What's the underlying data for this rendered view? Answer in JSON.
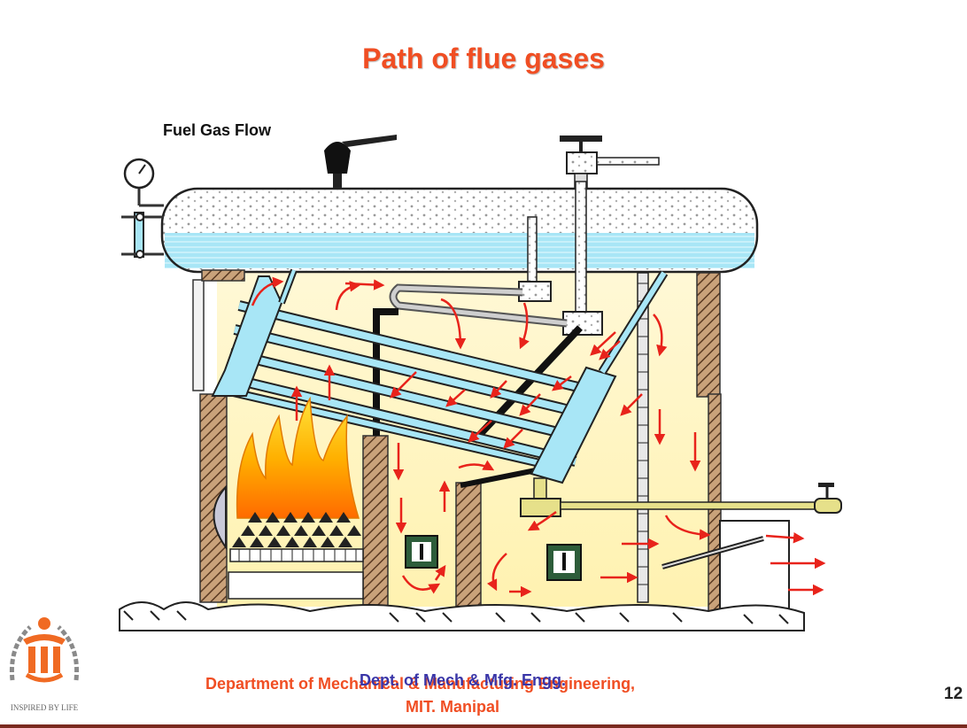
{
  "slide": {
    "title": "Path of flue gases",
    "label_fuel_gas_flow": "Fuel Gas Flow",
    "footer_department": "Department of Mechanical & Manufacturing Engineering,",
    "footer_dept_short": "Dept. of Mech & Mfg. Engg.",
    "footer_institute": "MIT. Manipal",
    "page_number": "12",
    "logo_motto": "INSPIRED BY LIFE"
  },
  "colors": {
    "title": "#f04e23",
    "footer_orange": "#f04e23",
    "footer_blue": "#3a36a8",
    "flow_arrow": "#e8231b",
    "water": "#9fe3f5",
    "hatch": "#7a5a3a"
  }
}
